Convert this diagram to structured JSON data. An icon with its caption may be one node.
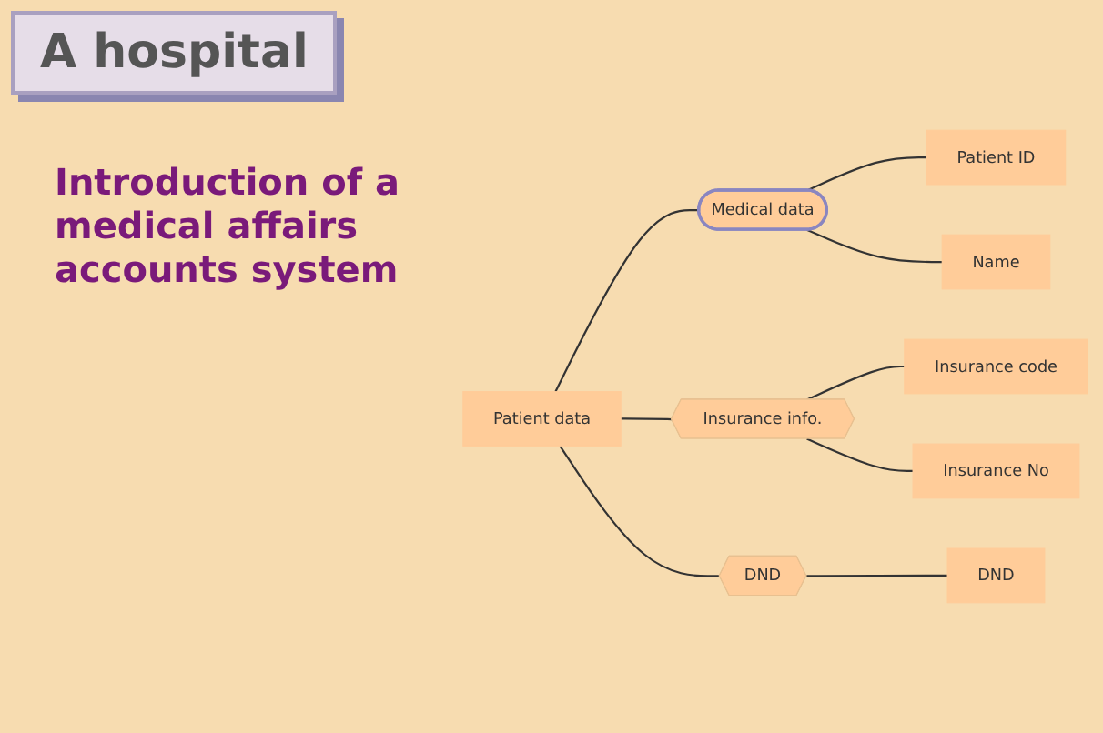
{
  "diagram": {
    "title": "A hospital",
    "nodes": [
      {
        "text": [
          "Patient data"
        ]
      },
      {
        "text": [
          "Medical data"
        ]
      },
      {
        "text": [
          "Patient ID"
        ]
      },
      {
        "text": [
          "Name"
        ]
      },
      {
        "text": [
          "Insurance info."
        ]
      },
      {
        "text": [
          "Insurance code"
        ]
      },
      {
        "text": [
          "Insurance No"
        ]
      },
      {
        "text": [
          "DND"
        ]
      },
      {
        "text": [
          "DND"
        ]
      }
    ],
    "edges": [
      {
        "from": 0,
        "to": 1,
        "arrow": "none"
      },
      {
        "from": 1,
        "to": 2,
        "arrow": "none"
      },
      {
        "from": 1,
        "to": 3,
        "arrow": "none"
      },
      {
        "from": 0,
        "to": 4,
        "arrow": "none"
      },
      {
        "from": 4,
        "to": 5,
        "arrow": "none"
      },
      {
        "from": 4,
        "to": 6,
        "arrow": "none"
      },
      {
        "from": 0,
        "to": 7,
        "arrow": "none"
      },
      {
        "from": 7,
        "to": 8,
        "arrow": "none"
      }
    ],
    "labels": [
      "Introduction of a medical affairs accounts system"
    ]
  }
}
